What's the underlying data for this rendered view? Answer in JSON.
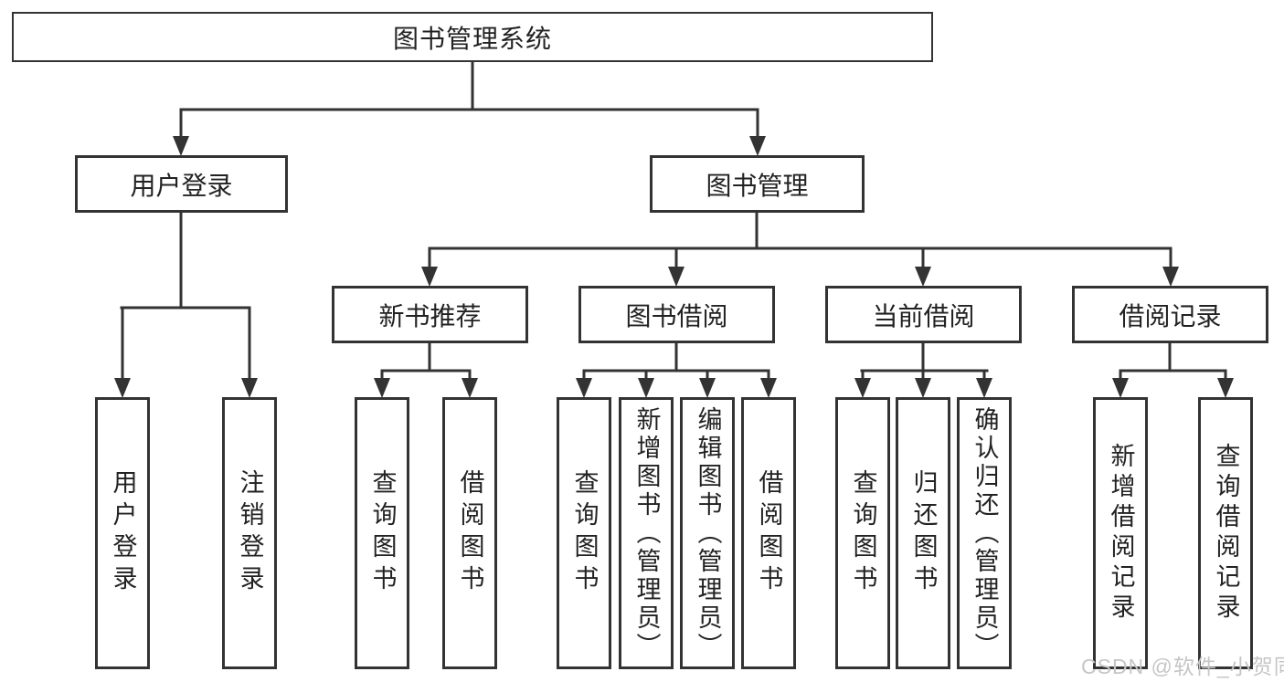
{
  "diagram": {
    "title": "图书管理系统",
    "type": "hierarchy-diagram"
  },
  "tree": {
    "root": {
      "label": "图书管理系统"
    },
    "branches": [
      {
        "label": "用户登录",
        "leaves": [
          {
            "label": "用户登录"
          },
          {
            "label": "注销登录"
          }
        ]
      },
      {
        "label": "图书管理",
        "sections": [
          {
            "label": "新书推荐",
            "leaves": [
              {
                "label": "查询图书"
              },
              {
                "label": "借阅图书"
              }
            ]
          },
          {
            "label": "图书借阅",
            "leaves": [
              {
                "label": "查询图书"
              },
              {
                "label": "新增图书（管理员）"
              },
              {
                "label": "编辑图书（管理员）"
              },
              {
                "label": "借阅图书"
              }
            ]
          },
          {
            "label": "当前借阅",
            "leaves": [
              {
                "label": "查询图书"
              },
              {
                "label": "归还图书"
              },
              {
                "label": "确认归还（管理员）"
              }
            ]
          },
          {
            "label": "借阅记录",
            "leaves": [
              {
                "label": "新增借阅记录"
              },
              {
                "label": "查询借阅记录"
              }
            ]
          }
        ]
      }
    ]
  },
  "watermark": {
    "text": "CSDN @软件_小贺同学"
  },
  "colors": {
    "line": "#333333",
    "box_border": "#333333",
    "text": "#222222",
    "background": "#ffffff",
    "watermark": "#c6c6c6"
  }
}
